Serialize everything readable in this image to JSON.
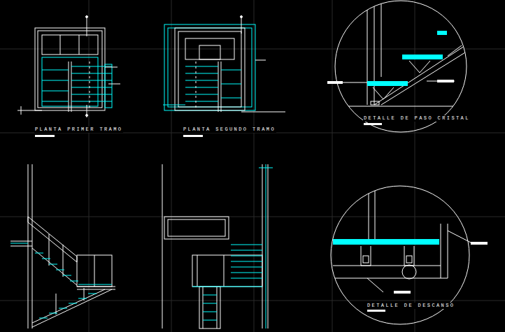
{
  "diagram": {
    "labels": [
      "PLANTA PRIMER TRAMO",
      "PLANTA SEGUNDO TRAMO",
      "DETALLE DE PASO CRISTAL",
      "DETALLE DE DESCANSO"
    ]
  }
}
